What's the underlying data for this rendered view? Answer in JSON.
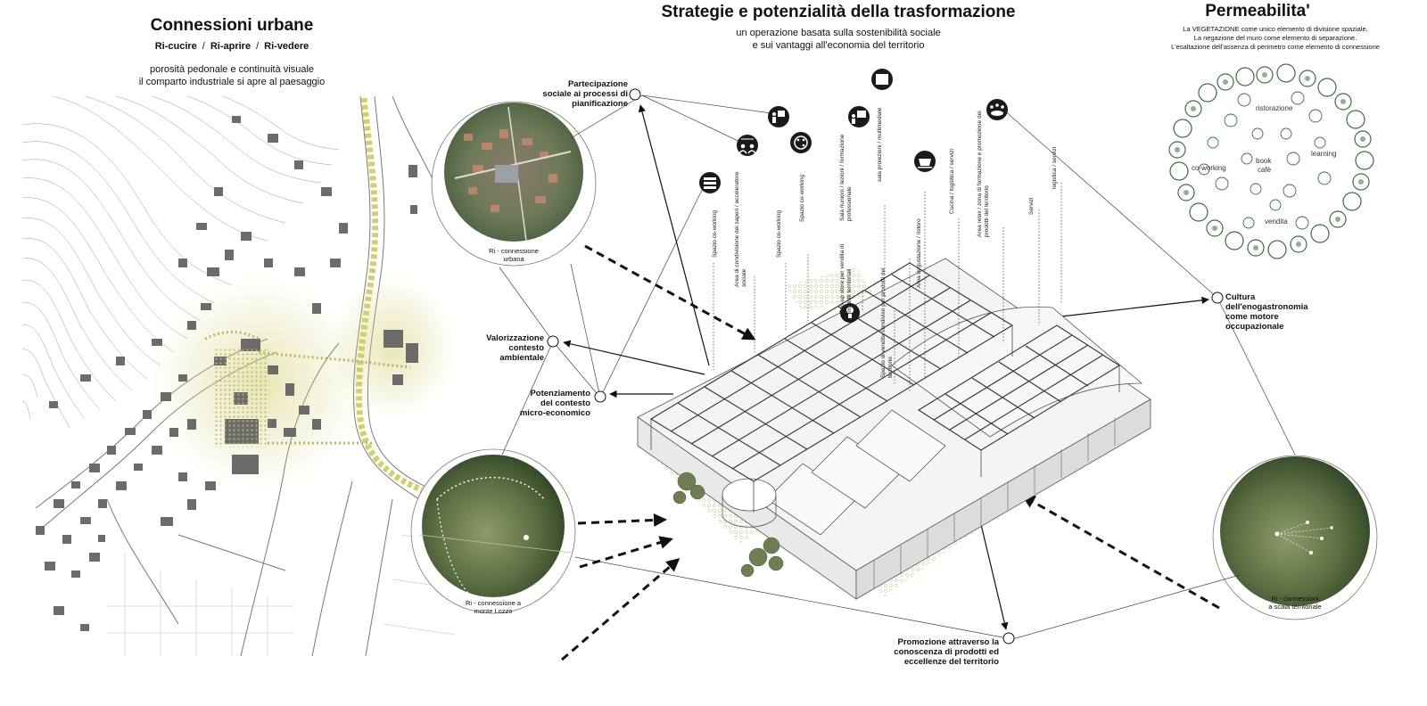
{
  "left": {
    "title": "Connessioni urbane",
    "ri": [
      "Ri-cucire",
      "Ri-aprire",
      "Ri-vedere"
    ],
    "ri_sep": "/",
    "desc_line1": "porosità pedonale e continuità visuale",
    "desc_line2": "il comparto industriale si apre al paesaggio"
  },
  "center": {
    "title": "Strategie e potenzialità della trasformazione",
    "sub_line1": "un operazione basata sulla sostenibilità sociale",
    "sub_line2": "e sui vantaggi all'economia del territorio"
  },
  "right": {
    "title": "Permeabilita'",
    "line1": "La VEGETAZIONE come unico elemento di divisione spaziale.",
    "line2": "La negazione del muro come elemento di separazione.",
    "line3": "L'esaltazione dell'assenza di perimetro come elemento di connessione",
    "plan_labels": [
      "ristorazione",
      "co-working",
      "book",
      "cafè",
      "learning",
      "vendita"
    ]
  },
  "nodes": {
    "partecipazione": [
      "Partecipazione",
      "sociale ai processi di",
      "pianificazione"
    ],
    "valorizzazione": [
      "Valorizzazione",
      "contesto",
      "ambientale"
    ],
    "potenziamento": [
      "Potenziamento",
      "del contesto",
      "micro-economico"
    ],
    "cultura": [
      "Cultura",
      "dell'enogastronomia",
      "come motore",
      "occupazionale"
    ],
    "promozione": [
      "Promozione attraverso la",
      "conoscenza di prodotti ed",
      "eccellenze del territorio"
    ]
  },
  "circles": {
    "urbana": [
      "Ri - connessione",
      "urbana"
    ],
    "lozzo": [
      "Ri - connessione a",
      "monte Lozzo"
    ],
    "territoriale": [
      "Ri - connessioni",
      "a scala territoriale"
    ]
  },
  "functions": [
    "Spazio co-working",
    "Area di condivisione dei saperi / acceleratore sociale",
    "Spazio co-working",
    "Spazio co-working",
    "Pop-up store per vendita di prodotti territoriali",
    "Sala riunioni / lezioni / formazione professionale",
    "sala proiezioni / multimediale",
    "Spazio di vendita condiviso per prodotti del territorio",
    "Area degustazione / ristoro",
    "Cucina / logistica / servizi",
    "Area relax / zona di formazione e promozione dei prodotti del territorio",
    "Servizi",
    "logistica / servizi"
  ],
  "icons": [
    "books-icon",
    "community-icon",
    "presentation-icon",
    "palette-icon",
    "lightbulb-icon",
    "teacher-icon",
    "clapperboard-icon",
    "cup-icon",
    "meeting-icon"
  ],
  "colors": {
    "accent": "#d6d27a",
    "greenery": "#3f6b45",
    "buildings": "#6b6b6b"
  }
}
